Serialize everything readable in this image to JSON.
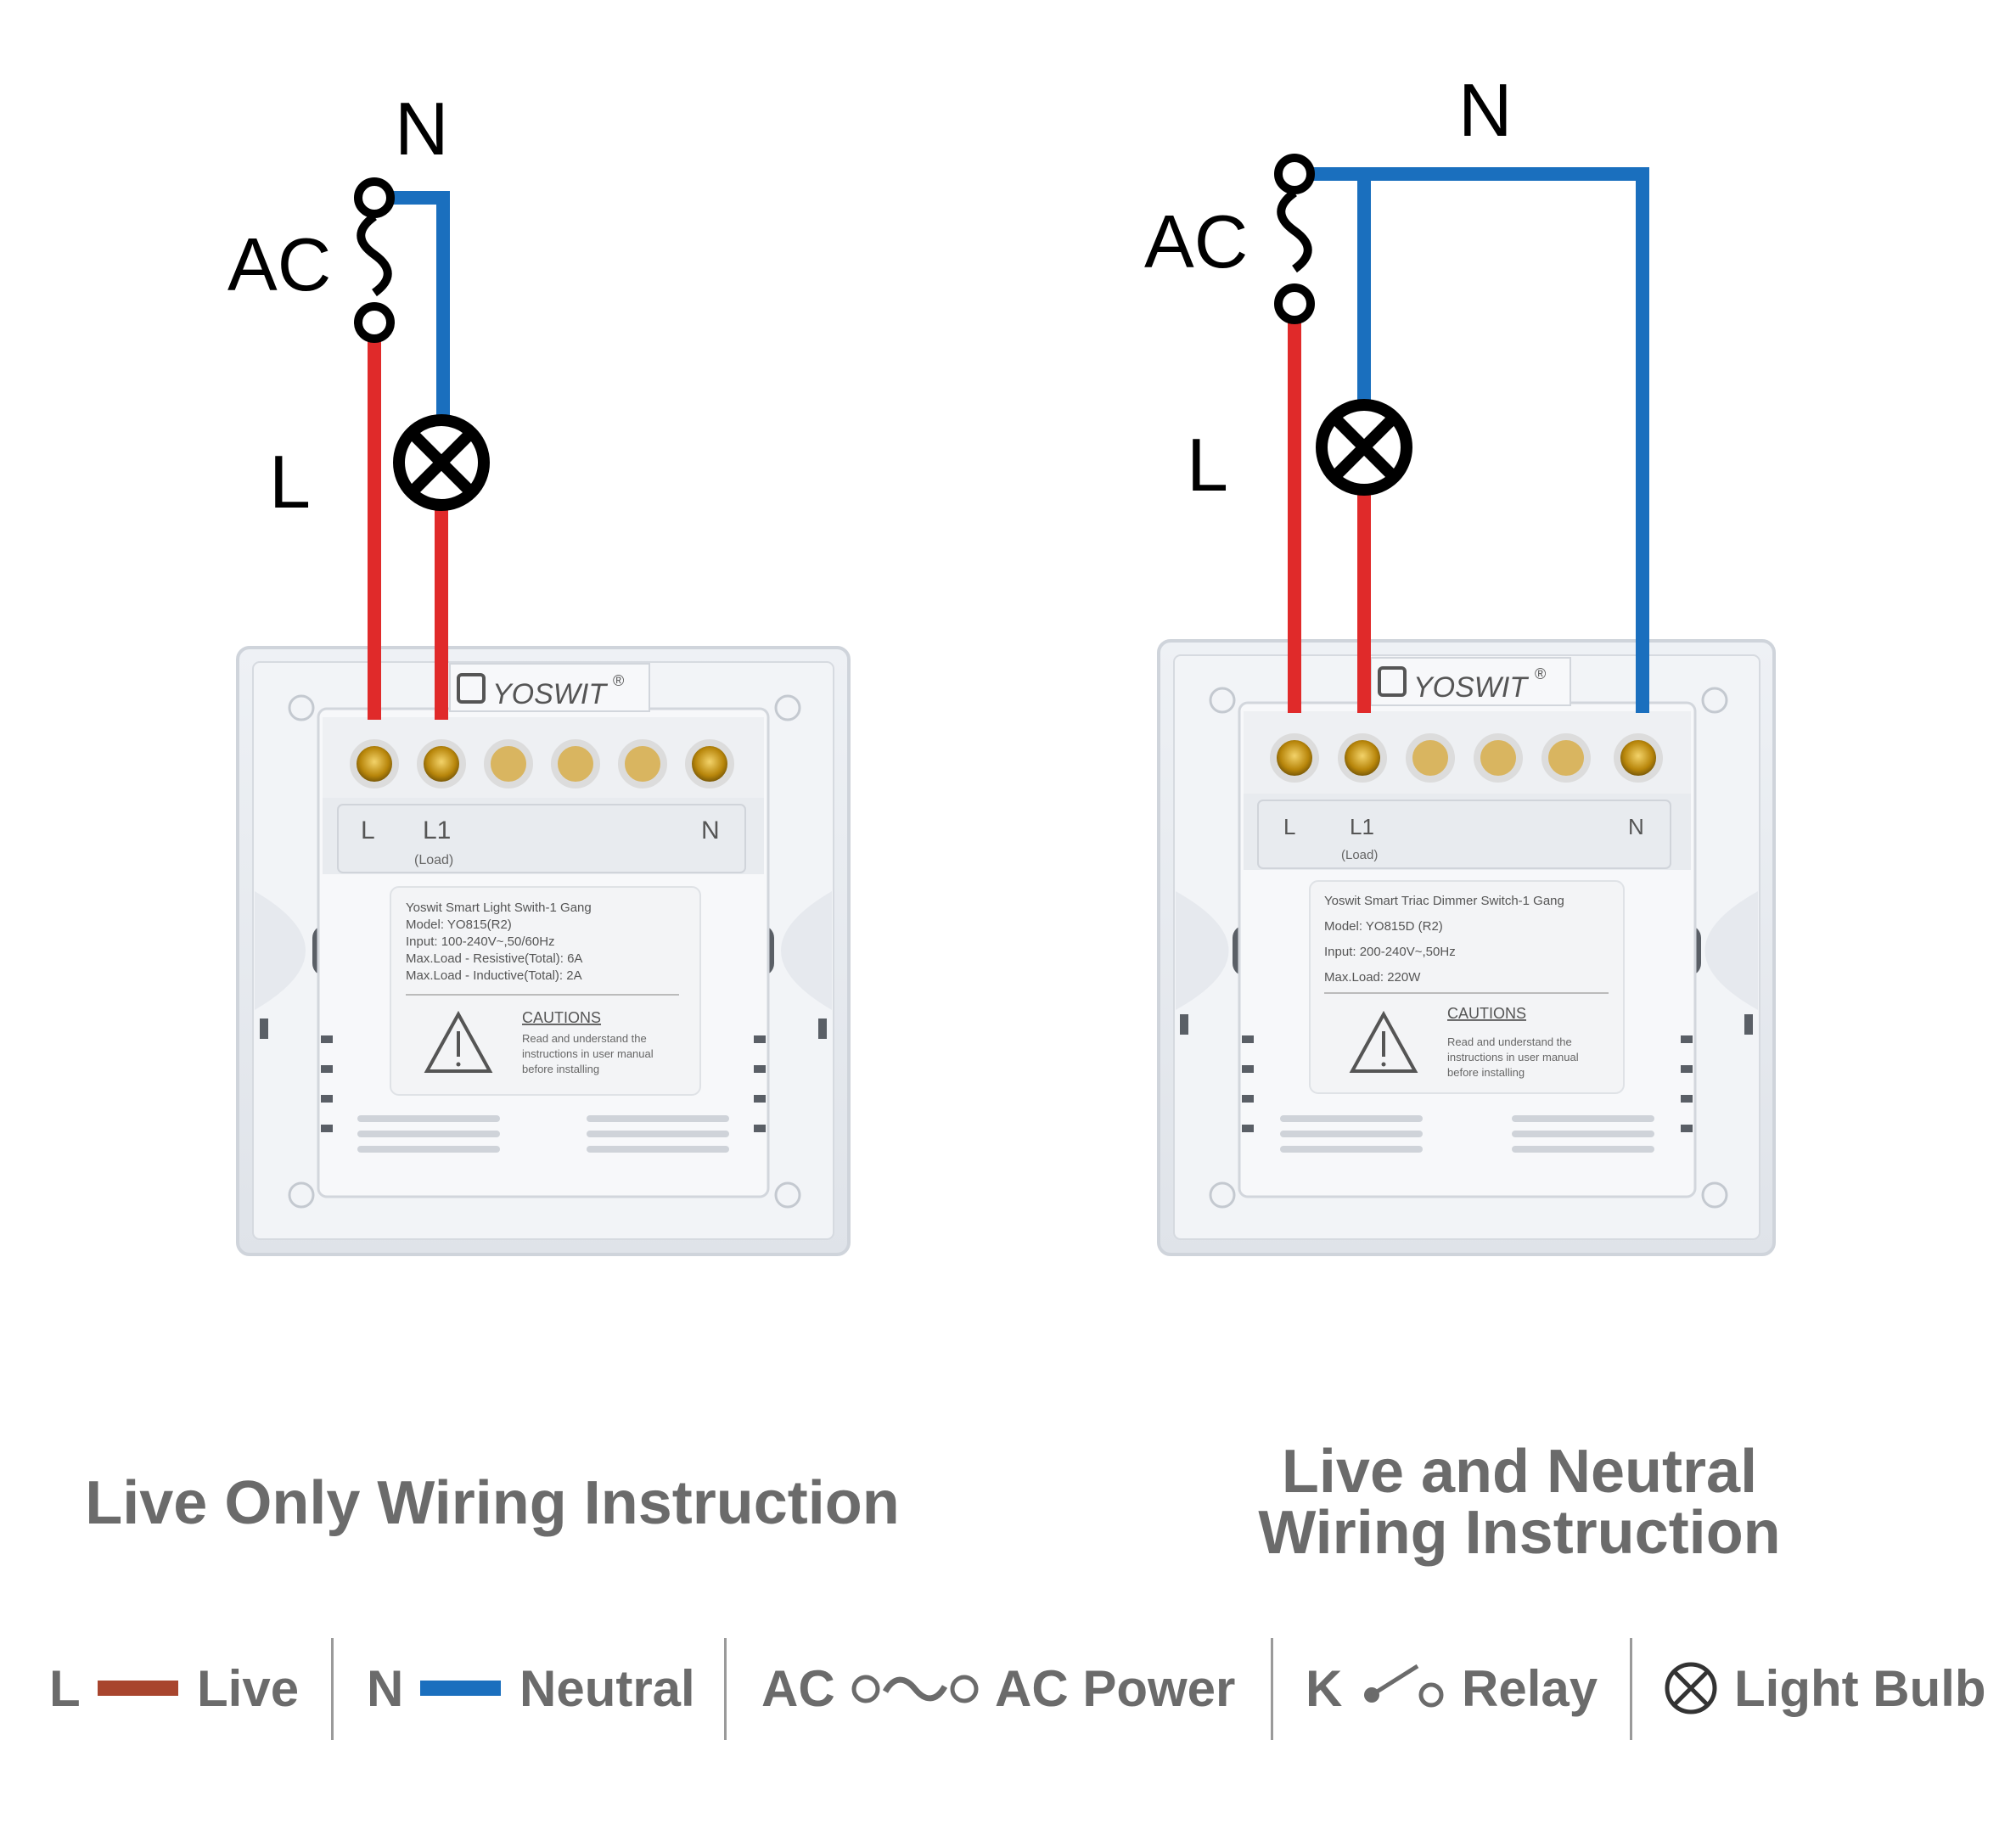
{
  "left_diagram": {
    "label_n": "N",
    "label_ac": "AC",
    "label_l": "L",
    "brand": "YOSWIT",
    "brand_mark": "®",
    "terminal_l": "L",
    "terminal_l1": "L1",
    "terminal_l1_sub": "(Load)",
    "terminal_n": "N",
    "spec_lines": [
      "Yoswit Smart Light Swith-1 Gang",
      "Model: YO815(R2)",
      "Input: 100-240V~,50/60Hz",
      "Max.Load - Resistive(Total): 6A",
      "Max.Load - Inductive(Total): 2A"
    ],
    "cautions_title": "CAUTIONS",
    "cautions_lines": [
      "Read and understand the",
      "instructions in user manual",
      "before installing"
    ],
    "title": "Live Only Wiring Instruction"
  },
  "right_diagram": {
    "label_n": "N",
    "label_ac": "AC",
    "label_l": "L",
    "brand": "YOSWIT",
    "brand_mark": "®",
    "terminal_l": "L",
    "terminal_l1": "L1",
    "terminal_l1_sub": "(Load)",
    "terminal_n": "N",
    "spec_lines": [
      "Yoswit Smart Triac Dimmer Switch-1 Gang",
      "Model: YO815D (R2)",
      "Input: 200-240V~,50Hz",
      "Max.Load: 220W"
    ],
    "cautions_title": "CAUTIONS",
    "cautions_lines": [
      "Read and understand the",
      "instructions in user manual",
      "before installing"
    ],
    "title_line1": "Live and Neutral",
    "title_line2": "Wiring Instruction"
  },
  "legend": {
    "live_symbol": "L",
    "live_label": "Live",
    "neutral_symbol": "N",
    "neutral_label": "Neutral",
    "ac_symbol": "AC",
    "ac_label": "AC Power",
    "relay_symbol": "K",
    "relay_label": "Relay",
    "bulb_label": "Light Bulb"
  },
  "colors": {
    "live_wire": "#e02a2a",
    "neutral_wire": "#1a6fbe",
    "legend_live": "#a8452e",
    "legend_neutral": "#1a6fbe",
    "text_gray": "#6b6b6b"
  }
}
